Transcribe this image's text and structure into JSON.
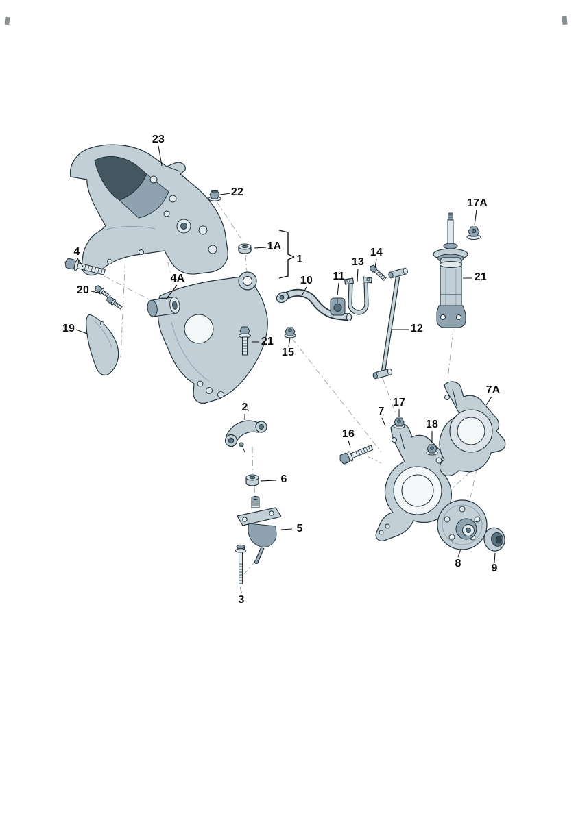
{
  "diagram": {
    "type": "exploded-parts-diagram",
    "description": "Front suspension exploded view: subframe, control arm, stabilizer bar with link, shock absorber strut, ball joint, wheel bearing housings and wheel hub with numbered callouts",
    "colors": {
      "background": "#ffffff",
      "part_fill": "#c3cfd7",
      "part_shade": "#8ea3af",
      "part_deep_shade": "#44565f",
      "outline": "#22333c",
      "label_text": "#0b0b0b",
      "axis_line": "#97a3a9"
    }
  },
  "labels": {
    "l23": "23",
    "l22": "22",
    "l1a": "1A",
    "l1": "1",
    "l4": "4",
    "l20": "20",
    "l4a": "4A",
    "l19": "19",
    "l21b": "21",
    "l10": "10",
    "l11": "11",
    "l13": "13",
    "l14": "14",
    "l15": "15",
    "l12": "12",
    "l17a": "17A",
    "l21s": "21",
    "l2": "2",
    "l6": "6",
    "l5": "5",
    "l3": "3",
    "l16": "16",
    "l7": "7",
    "l17": "17",
    "l18": "18",
    "l7a": "7A",
    "l8": "8",
    "l9": "9"
  }
}
